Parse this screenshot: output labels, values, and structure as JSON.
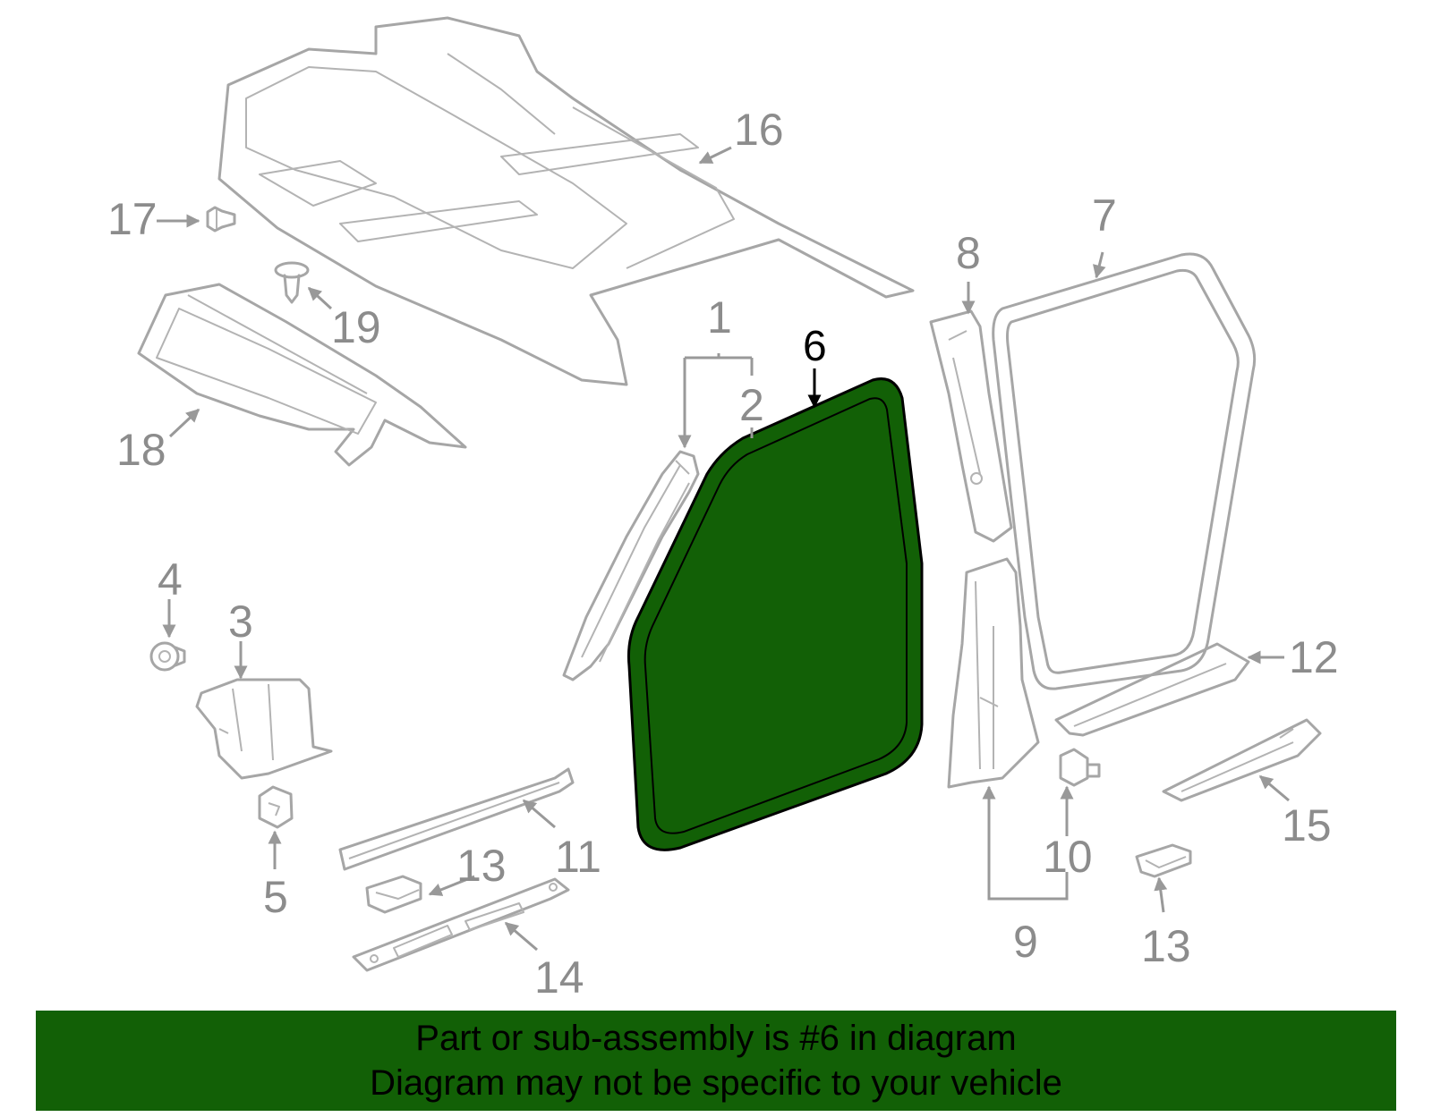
{
  "diagram": {
    "highlight_part": "6",
    "highlight_color": "#126006",
    "part_color": "#a6a6a6",
    "callouts": {
      "c1": "1",
      "c2": "2",
      "c3": "3",
      "c4": "4",
      "c5": "5",
      "c6": "6",
      "c7": "7",
      "c8": "8",
      "c9": "9",
      "c10": "10",
      "c11": "11",
      "c12": "12",
      "c13a": "13",
      "c13b": "13",
      "c14": "14",
      "c15": "15",
      "c16": "16",
      "c17": "17",
      "c18": "18",
      "c19": "19"
    }
  },
  "caption": {
    "line1": "Part or sub-assembly is #6 in diagram",
    "line2": "Diagram may not be specific to your vehicle",
    "background": "#126006"
  }
}
